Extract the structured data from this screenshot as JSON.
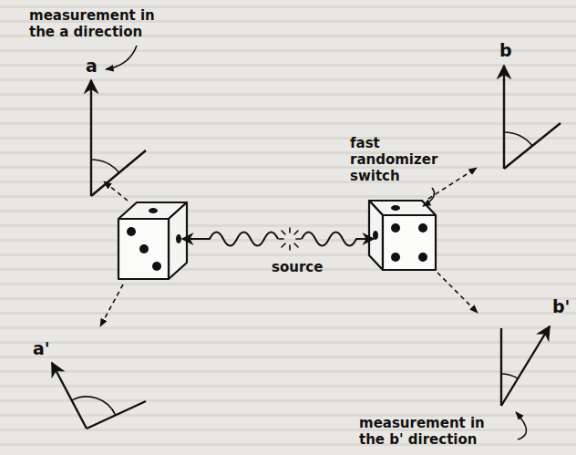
{
  "diagram": {
    "labels": [
      "measurement in the a direction",
      "a",
      "a'",
      "fast randomizer switch",
      "b",
      "source",
      "b'",
      "measurement in the b' direction"
    ]
  }
}
